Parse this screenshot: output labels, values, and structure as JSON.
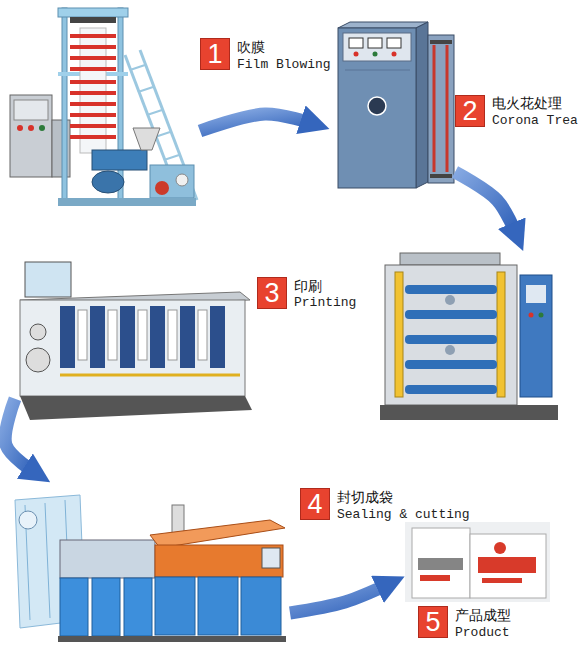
{
  "diagram": {
    "nodes": [
      {
        "text": [
          "1",
          "吹膜",
          "Film Blowing"
        ]
      },
      {
        "text": [
          "2",
          "电火花处理",
          "Corona Trea"
        ]
      },
      {
        "text": [
          "3",
          "印刷",
          "Printing"
        ]
      },
      {
        "text": [
          "4",
          "封切成袋",
          "Sealing & cutting"
        ]
      },
      {
        "text": [
          "5",
          "产品成型",
          "Product"
        ]
      }
    ],
    "edges": [
      {
        "from": 0,
        "to": 1,
        "arrow": "to"
      },
      {
        "from": 1,
        "to": 2,
        "arrow": "to"
      },
      {
        "from": 2,
        "to": 3,
        "arrow": "to"
      },
      {
        "from": 3,
        "to": 4,
        "arrow": "to"
      }
    ]
  }
}
